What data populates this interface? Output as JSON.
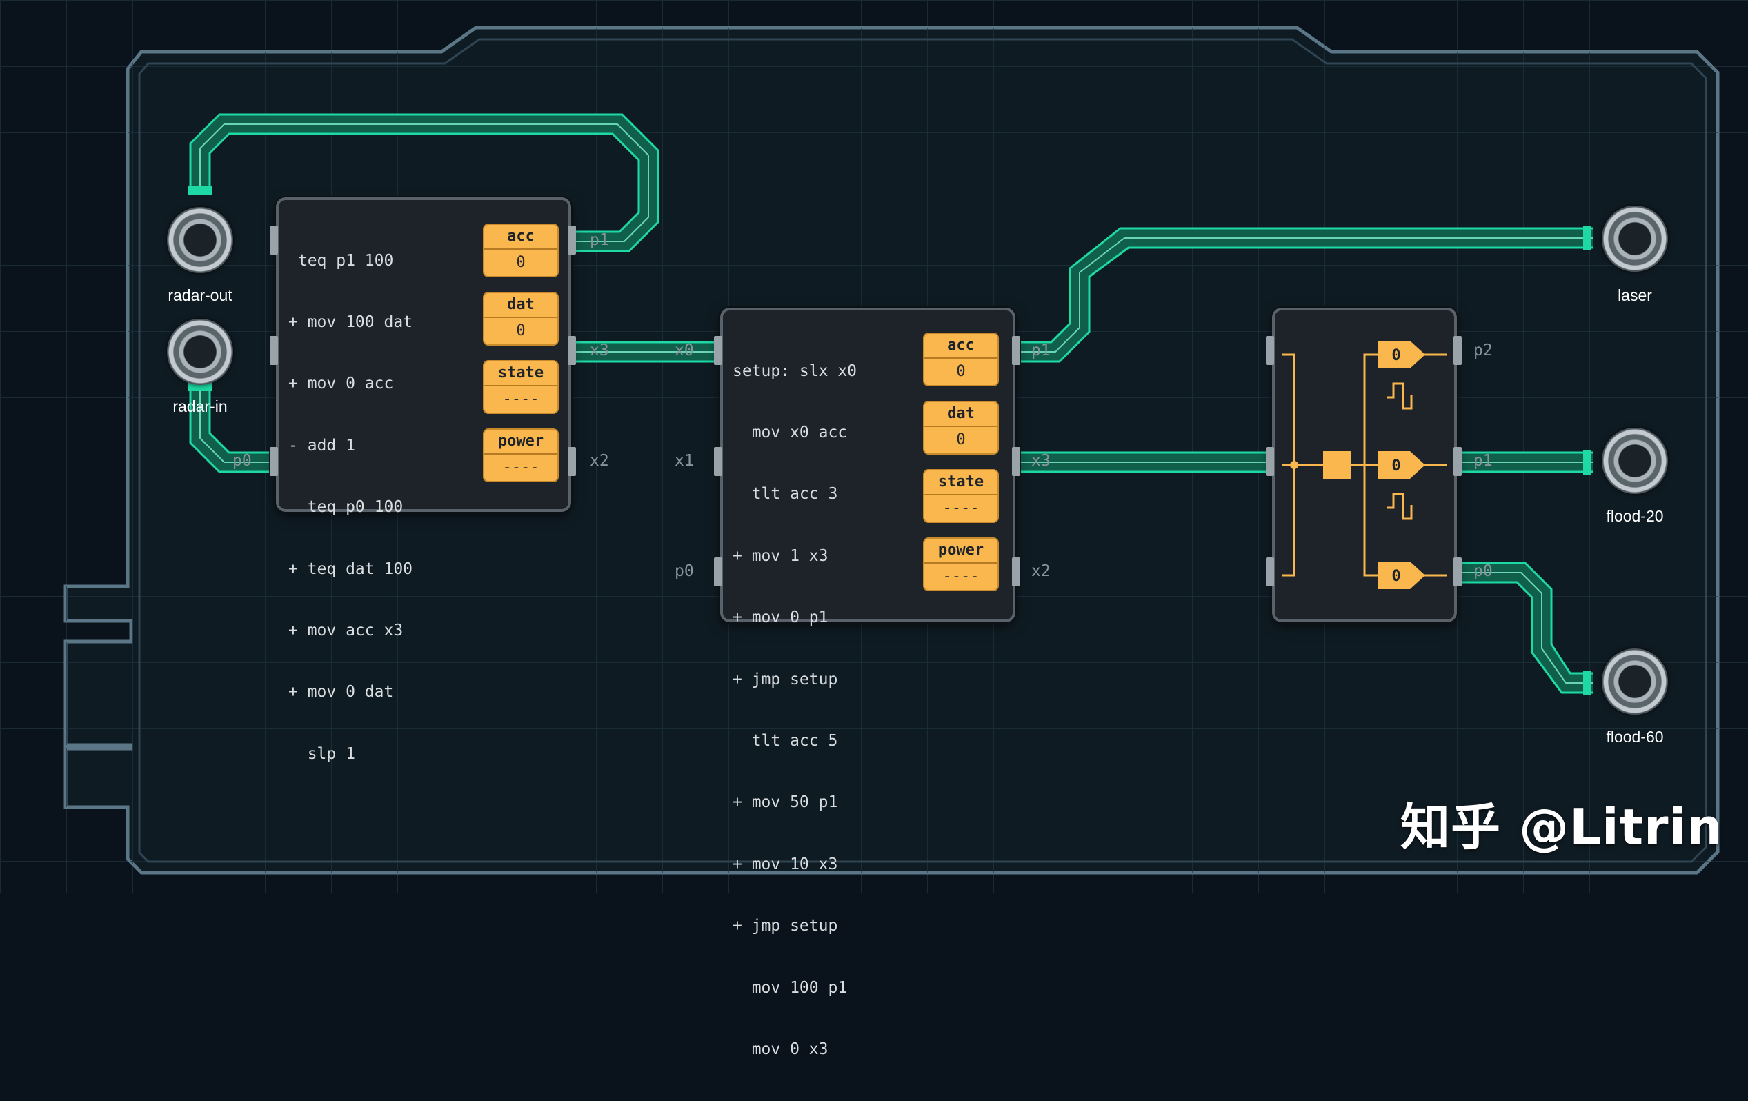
{
  "colors": {
    "wire": "#1ed9a4",
    "register": "#f9b74e",
    "chip": "#1d2329",
    "board": "#0f1b23"
  },
  "board": {
    "io": [
      {
        "name": "radar-out",
        "label": "radar-out"
      },
      {
        "name": "radar-in",
        "label": "radar-in"
      },
      {
        "name": "laser",
        "label": "laser"
      },
      {
        "name": "flood-20",
        "label": "flood-20"
      },
      {
        "name": "flood-60",
        "label": "flood-60"
      }
    ],
    "watermark": "知乎 @Litrin"
  },
  "chip1": {
    "code": [
      " teq p1 100",
      "+ mov 100 dat",
      "+ mov 0 acc",
      "- add 1",
      "  teq p0 100",
      "+ teq dat 100",
      "+ mov acc x3",
      "+ mov 0 dat",
      "  slp 1"
    ],
    "registers": [
      {
        "label": "acc",
        "value": "0"
      },
      {
        "label": "dat",
        "value": "0"
      },
      {
        "label": "state",
        "value": "----"
      },
      {
        "label": "power",
        "value": "----"
      }
    ],
    "ports": {
      "right_top": "p1",
      "right_mid": "x3",
      "right_bot": "x2",
      "left_bot": "p0"
    }
  },
  "chip2": {
    "code": [
      "setup: slx x0",
      "  mov x0 acc",
      "  tlt acc 3",
      "+ mov 1 x3",
      "+ mov 0 p1",
      "+ jmp setup",
      "  tlt acc 5",
      "+ mov 50 p1",
      "+ mov 10 x3",
      "+ jmp setup",
      "  mov 100 p1",
      "  mov 0 x3"
    ],
    "registers": [
      {
        "label": "acc",
        "value": "0"
      },
      {
        "label": "dat",
        "value": "0"
      },
      {
        "label": "state",
        "value": "----"
      },
      {
        "label": "power",
        "value": "----"
      }
    ],
    "ports": {
      "left_top": "x0",
      "left_mid": "x1",
      "left_bot": "p0",
      "right_top": "p1",
      "right_mid": "x3",
      "right_bot": "x2"
    }
  },
  "chip3": {
    "gates": [
      "0",
      "0",
      "0"
    ],
    "ports": {
      "right_top": "p2",
      "right_mid": "p1",
      "right_bot": "p0"
    }
  }
}
